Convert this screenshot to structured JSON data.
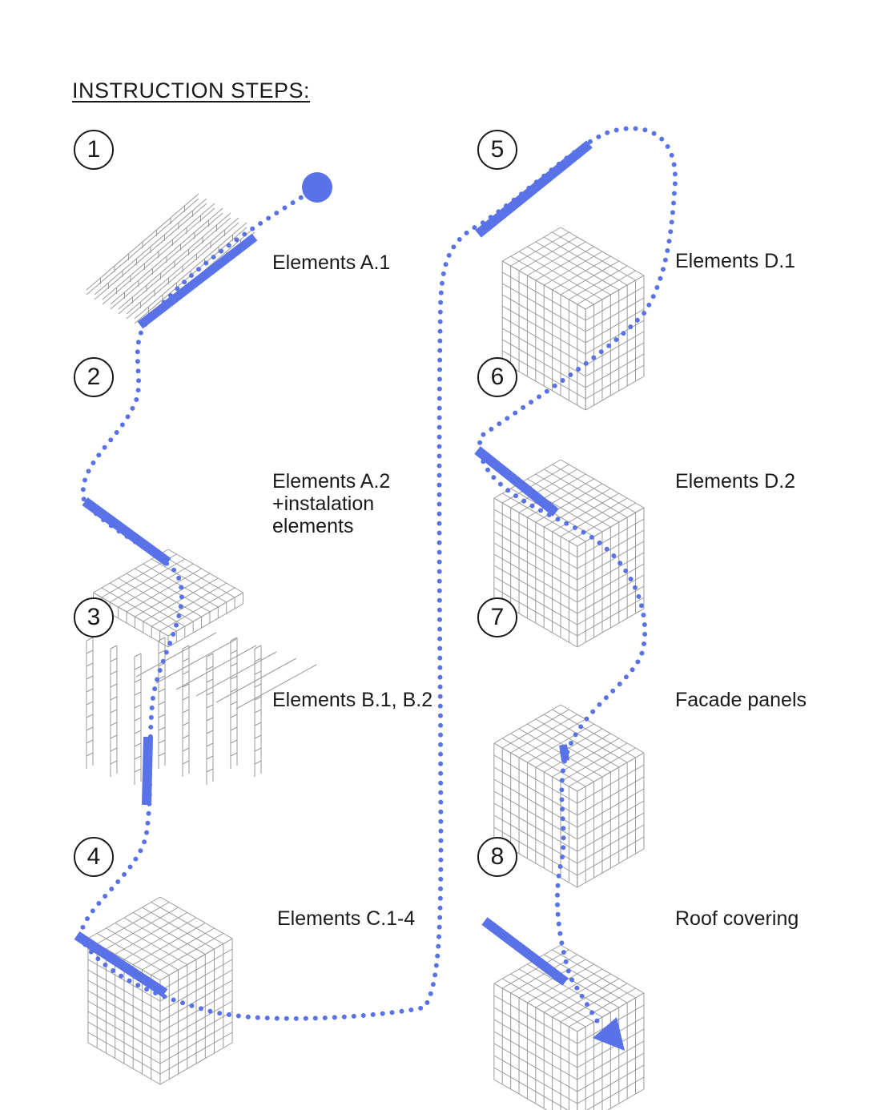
{
  "title": "INSTRUCTION STEPS:",
  "accent_color": "#5a72e8",
  "line_color": "#9a9a9a",
  "steps": [
    {
      "number": "1",
      "label_lines": [
        "Elements A.1"
      ]
    },
    {
      "number": "2",
      "label_lines": [
        "Elements A.2",
        "+instalation",
        "elements"
      ]
    },
    {
      "number": "3",
      "label_lines": [
        "Elements B.1, B.2"
      ]
    },
    {
      "number": "4",
      "label_lines": [
        "Elements C.1-4"
      ]
    },
    {
      "number": "5",
      "label_lines": [
        "Elements D.1"
      ]
    },
    {
      "number": "6",
      "label_lines": [
        "Elements D.2"
      ]
    },
    {
      "number": "7",
      "label_lines": [
        "Facade panels"
      ]
    },
    {
      "number": "8",
      "label_lines": [
        "Roof covering"
      ]
    }
  ]
}
